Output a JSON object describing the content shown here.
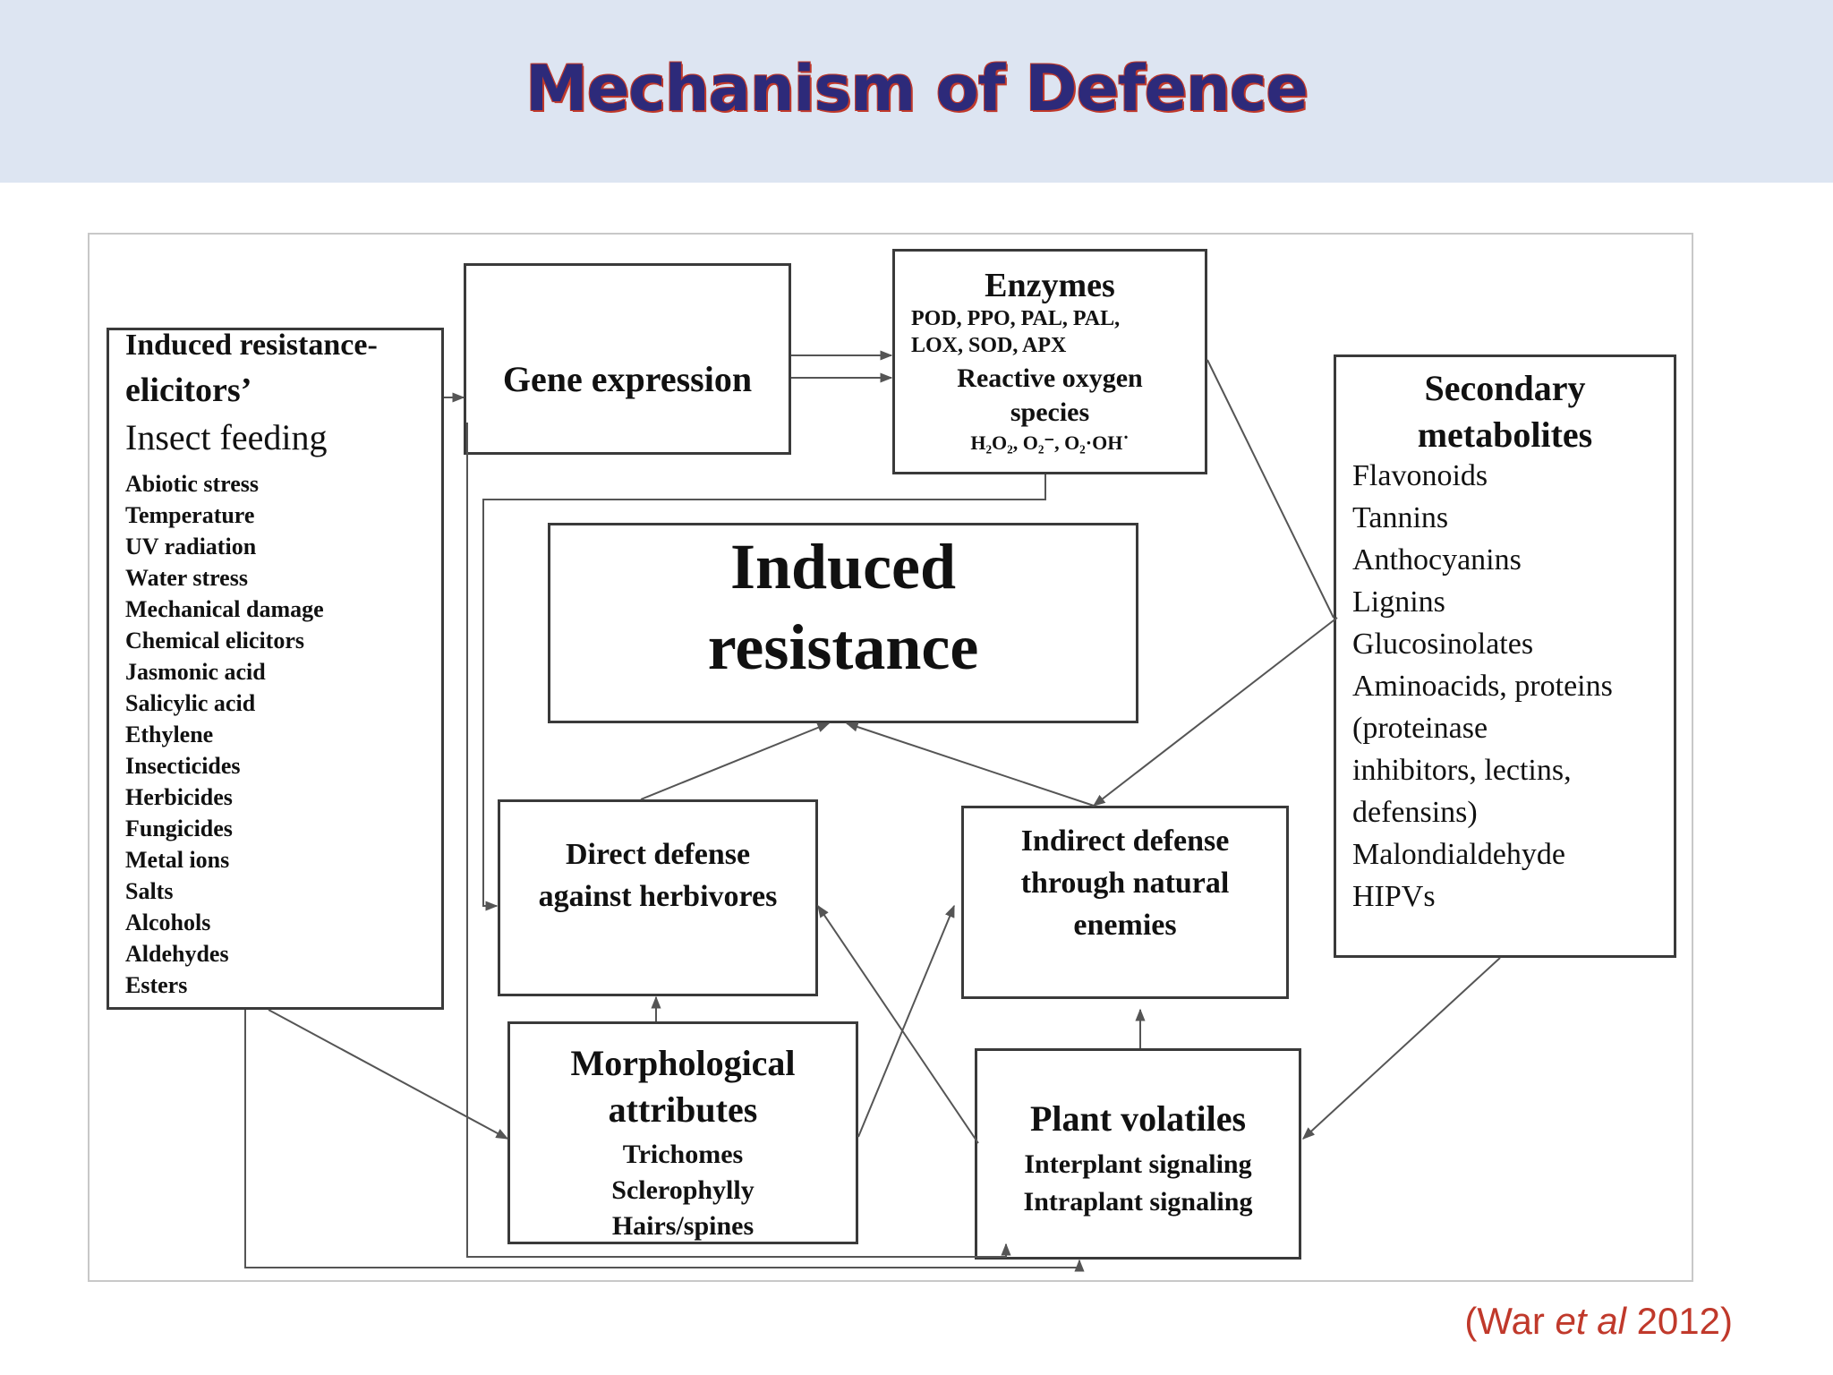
{
  "slide": {
    "title": "Mechanism  of Defence"
  },
  "elicitors": {
    "heading_line1": "Induced resistance-",
    "heading_line2": "elicitors’",
    "subheading": "Insect feeding",
    "items": [
      "Abiotic stress",
      "Temperature",
      "UV radiation",
      "Water stress",
      "Mechanical damage",
      "Chemical elicitors",
      "Jasmonic acid",
      "Salicylic acid",
      "Ethylene",
      "Insecticides",
      "Herbicides",
      "Fungicides",
      "Metal ions",
      "Salts",
      "Alcohols",
      "Aldehydes",
      "Esters"
    ]
  },
  "gene_expression": {
    "label": "Gene expression"
  },
  "enzymes": {
    "title": "Enzymes",
    "line1": "POD, PPO, PAL, PAL,",
    "line2": "LOX, SOD, APX",
    "ros_line1": "Reactive oxygen",
    "ros_line2": "species",
    "formula": "H₂O₂, O₂⁻, O₂·OH˙"
  },
  "induced_resistance": {
    "line1": "Induced",
    "line2": "resistance"
  },
  "secondary_metabolites": {
    "title_line1": "Secondary",
    "title_line2": "metabolites",
    "items": [
      "Flavonoids",
      "Tannins",
      "Anthocyanins",
      "Lignins",
      "Glucosinolates",
      "Aminoacids, proteins",
      "(proteinase",
      "inhibitors, lectins,",
      "defensins)",
      "Malondialdehyde",
      "HIPVs"
    ]
  },
  "direct_defense": {
    "line1": "Direct defense",
    "line2": "against herbivores"
  },
  "indirect_defense": {
    "line1": "Indirect defense",
    "line2": "through natural",
    "line3": "enemies"
  },
  "morphological": {
    "title_line1": "Morphological",
    "title_line2": "attributes",
    "items": [
      "Trichomes",
      "Sclerophylly",
      "Hairs/spines"
    ]
  },
  "plant_volatiles": {
    "title": "Plant volatiles",
    "line1": "Interplant signaling",
    "line2": "Intraplant signaling"
  },
  "citation": {
    "prefix": "(War ",
    "italic": "et al",
    "suffix": " 2012)"
  },
  "colors": {
    "header_bg": "#dde5f2",
    "title_text": "#2d2a7a",
    "title_outline": "#c0392b",
    "citation": "#c0392b",
    "box_border": "#3a3a3a"
  }
}
